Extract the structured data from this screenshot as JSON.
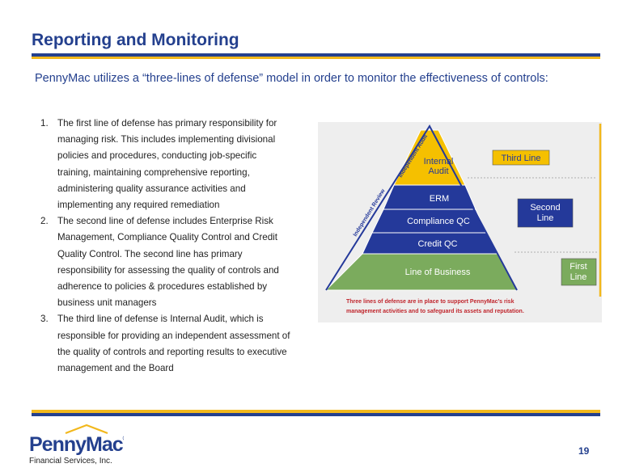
{
  "title": "Reporting and Monitoring",
  "subtitle": "PennyMac utilizes a “three-lines of defense” model in order to monitor the effectiveness of controls:",
  "list": [
    {
      "num": "1.",
      "lines": [
        "The first line of defense has primary responsibility for",
        "managing risk.  This includes implementing divisional",
        "policies and procedures, conducting job-specific",
        "training, maintaining comprehensive reporting,",
        "administering quality assurance activities and",
        "implementing any required remediation"
      ]
    },
    {
      "num": "2.",
      "lines": [
        "The second line of defense includes Enterprise Risk",
        "Management, Compliance Quality Control and Credit",
        "Quality Control. The second line has primary",
        "responsibility for assessing the quality of controls and",
        "adherence to policies & procedures established by",
        "business unit managers"
      ]
    },
    {
      "num": "3.",
      "lines": [
        "The third line of defense is Internal Audit, which is",
        "responsible for providing an independent assessment of",
        "the quality of controls and reporting results to executive",
        "management and the Board"
      ]
    }
  ],
  "diagram": {
    "top_line1": "Internal",
    "top_line2": "Audit",
    "erm": "ERM",
    "compliance": "Compliance QC",
    "credit": "Credit QC",
    "business": "Line of Business",
    "third_line": "Third Line",
    "second_line1": "Second",
    "second_line2": "Line",
    "first_line1": "First",
    "first_line2": "Line",
    "side_audit": "Independent Audit",
    "side_review": "Independent Review",
    "caption1": "Three lines of defense are in place to support PennyMac’s risk",
    "caption2": "management activities and to safeguard its assets and reputation.",
    "colors": {
      "navy": "#24399a",
      "gold": "#f5c000",
      "green": "#7bab5d",
      "caption": "#c0262d"
    }
  },
  "logo": {
    "brand_part1": "Penny",
    "brand_part2": "Mac",
    "reg": "®",
    "tagline": "Financial Services, Inc."
  },
  "page_number": "19"
}
